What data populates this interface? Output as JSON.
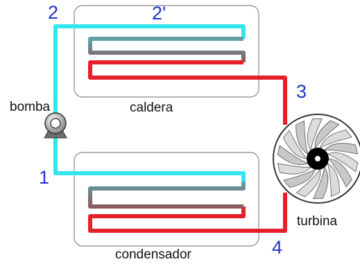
{
  "labels": {
    "node_2": "2",
    "node_2p": "2'",
    "node_3": "3",
    "node_1": "1",
    "node_4": "4",
    "bomba": "bomba",
    "caldera": "caldera",
    "condensador": "condensador",
    "turbina": "turbina"
  },
  "colors": {
    "cold_water": "#33e6ee",
    "transition": "#5f9ea6",
    "hot_steam": "#e6202a",
    "label_blue": "#2233cc",
    "box_stroke": "#888888"
  },
  "icons": {
    "pump": "pump-icon",
    "turbine": "turbine-fan-icon"
  }
}
